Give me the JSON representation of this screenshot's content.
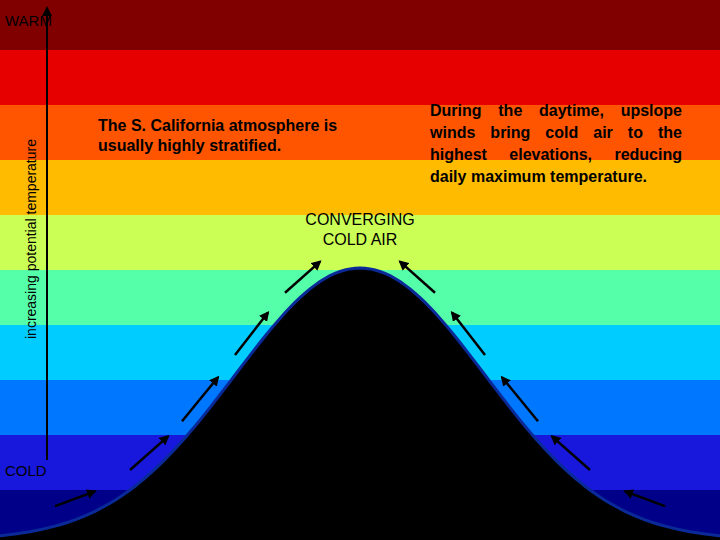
{
  "diagram": {
    "labels": [
      "WARM",
      "increasing potential temperature",
      "COLD",
      "The S. California atmosphere is usually highly stratified.",
      "CONVERGING COLD AIR",
      "During the daytime, upslope winds bring cold air to the highest elevations, reducing daily maximum temperature."
    ]
  }
}
